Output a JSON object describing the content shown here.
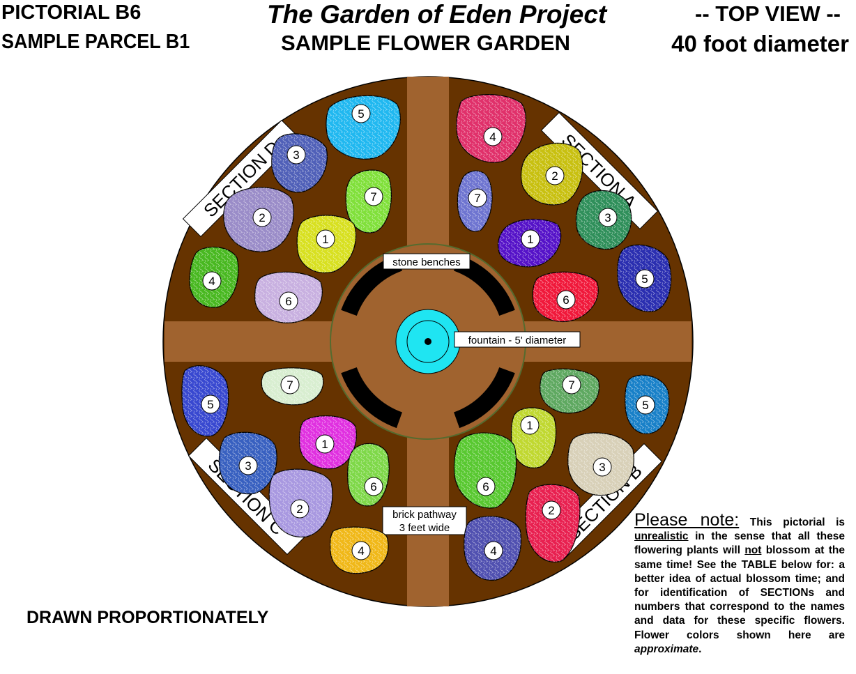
{
  "header": {
    "left_line1": "PICTORIAL B6",
    "left_line2": "SAMPLE PARCEL B1",
    "title": "The Garden of Eden Project",
    "subtitle": "SAMPLE FLOWER GARDEN",
    "right_line1": "-- TOP VIEW --",
    "right_line2": "40 foot diameter"
  },
  "footer": {
    "drawn": "DRAWN PROPORTIONATELY"
  },
  "labels": {
    "stone_benches": "stone benches",
    "fountain": "fountain - 5' diameter",
    "pathway_line1": "brick pathway",
    "pathway_line2": "3 feet  wide"
  },
  "sections": {
    "a": "SECTION A",
    "b": "SECTION B",
    "c": "SECTION C",
    "d": "SECTION D"
  },
  "flowers": {
    "a": [
      "1",
      "2",
      "3",
      "4",
      "5",
      "6",
      "7"
    ],
    "b": [
      "1",
      "2",
      "3",
      "4",
      "5",
      "6",
      "7"
    ],
    "c": [
      "1",
      "2",
      "3",
      "4",
      "5",
      "6",
      "7"
    ],
    "d": [
      "1",
      "2",
      "3",
      "4",
      "5",
      "6",
      "7"
    ]
  },
  "note": {
    "lead": "Please note:",
    "t1": " This pictorial is ",
    "u1": "unrealistic",
    "t2": " in the sense that all these flowering plants will ",
    "u2": "not",
    "t3": " blossom at the same time! See the TABLE below for: a better idea of actual blossom time; and for identification of SECTIONs and numbers that correspond to the names and data for these specific flowers. Flower colors shown here are ",
    "i1": "approximate",
    "t4": "."
  },
  "colors": {
    "soil": "#663300",
    "path": "#A0632F",
    "fountain": "#1FE5F2",
    "bench": "#000000"
  }
}
